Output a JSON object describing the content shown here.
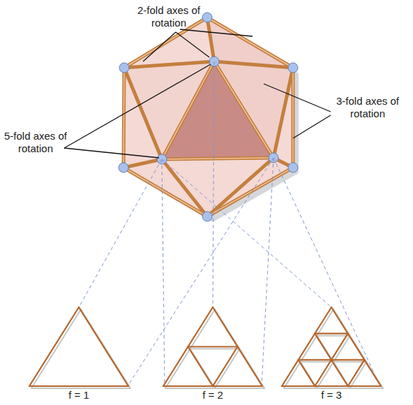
{
  "diagram": {
    "labels": [
      "2-fold axes of rotation",
      "3-fold axes of rotation",
      "5-fold axes of rotation",
      "f = 1",
      "f = 2",
      "f = 3"
    ]
  }
}
